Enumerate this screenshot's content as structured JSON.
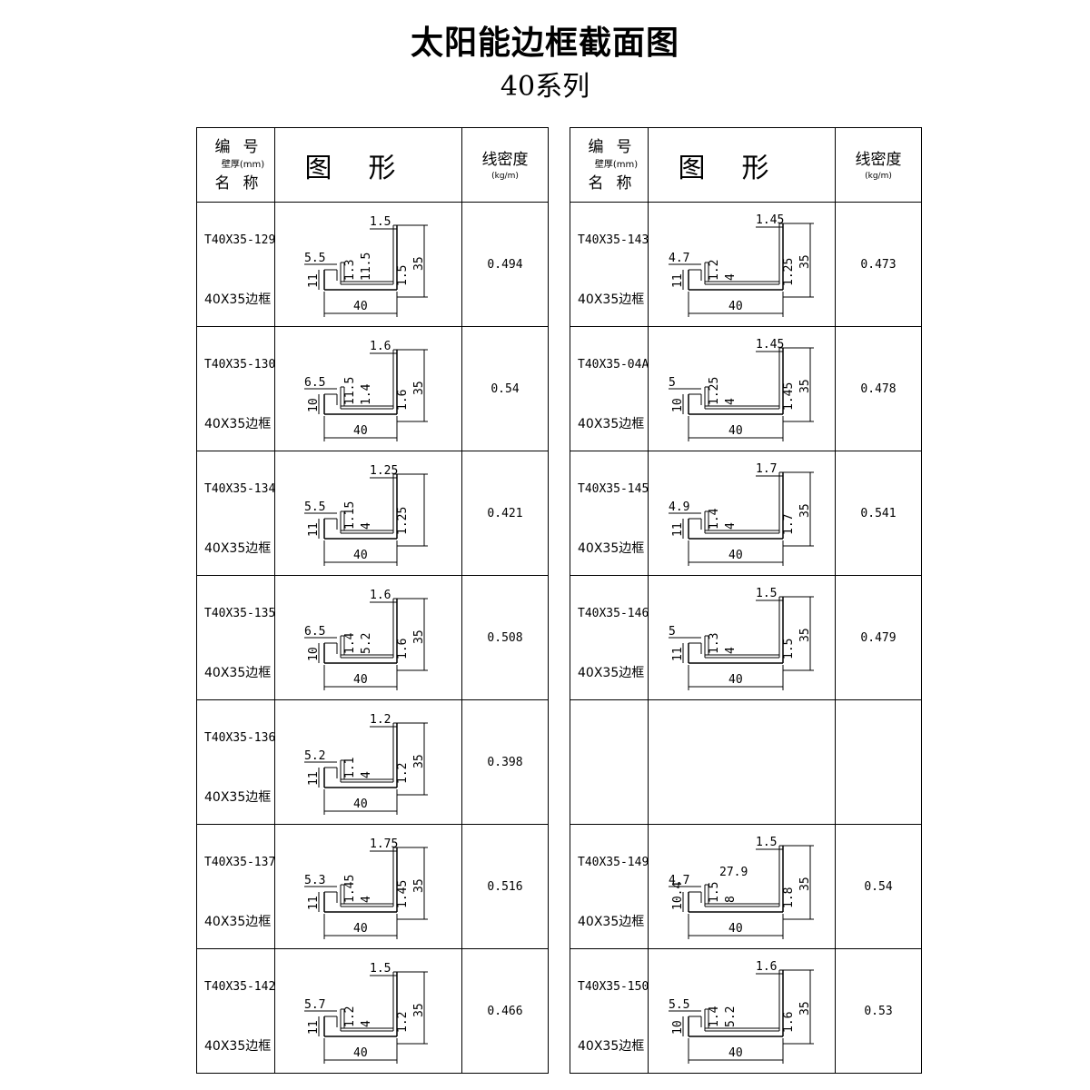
{
  "title": "太阳能边框截面图",
  "subtitle": "40系列",
  "header": {
    "code_label": "编号",
    "thickness_label": "壁厚(mm)",
    "name_label": "名称",
    "figure_label": "图形",
    "density_label": "线密度",
    "density_unit": "(kg/m)"
  },
  "left_rows": [
    {
      "code": "T40X35-129",
      "name": "40X35边框",
      "density": "0.494",
      "dims": {
        "top": "1.5",
        "left": "5.5",
        "side": "11",
        "w": "40",
        "h": "35",
        "v1": "1.3",
        "v2": "11.5",
        "v3": "1.5"
      }
    },
    {
      "code": "T40X35-130",
      "name": "40X35边框",
      "density": "0.54",
      "dims": {
        "top": "1.6",
        "left": "6.5",
        "side": "10",
        "w": "40",
        "h": "35",
        "v1": "11.5",
        "v2": "1.4",
        "v3": "1.6"
      }
    },
    {
      "code": "T40X35-134",
      "name": "40X35边框",
      "density": "0.421",
      "dims": {
        "top": "1.25",
        "left": "5.5",
        "side": "11",
        "w": "40",
        "h": "",
        "v1": "1.15",
        "v2": "4",
        "v3": "1.25"
      }
    },
    {
      "code": "T40X35-135",
      "name": "40X35边框",
      "density": "0.508",
      "dims": {
        "top": "1.6",
        "left": "6.5",
        "side": "10",
        "w": "40",
        "h": "35",
        "v1": "1.4",
        "v2": "5.2",
        "v3": "1.6"
      }
    },
    {
      "code": "T40X35-136",
      "name": "40X35边框",
      "density": "0.398",
      "dims": {
        "top": "1.2",
        "left": "5.2",
        "side": "11",
        "w": "40",
        "h": "35",
        "v1": "1.1",
        "v2": "4",
        "v3": "1.2"
      }
    },
    {
      "code": "T40X35-137",
      "name": "40X35边框",
      "density": "0.516",
      "dims": {
        "top": "1.75",
        "left": "5.3",
        "side": "11",
        "w": "40",
        "h": "35",
        "v1": "1.45",
        "v2": "4",
        "v3": "1.45"
      }
    },
    {
      "code": "T40X35-142",
      "name": "40X35边框",
      "density": "0.466",
      "dims": {
        "top": "1.5",
        "left": "5.7",
        "side": "11",
        "w": "40",
        "h": "35",
        "v1": "1.2",
        "v2": "4",
        "v3": "1.2"
      }
    }
  ],
  "right_rows": [
    {
      "code": "T40X35-143",
      "name": "40X35边框",
      "density": "0.473",
      "dims": {
        "top": "1.45",
        "left": "4.7",
        "side": "11",
        "w": "40",
        "h": "35",
        "v1": "1.2",
        "v2": "4",
        "v3": "1.25"
      }
    },
    {
      "code": "T40X35-04A",
      "name": "40X35边框",
      "density": "0.478",
      "dims": {
        "top": "1.45",
        "left": "5",
        "side": "10",
        "w": "40",
        "h": "35",
        "v1": "1.25",
        "v2": "4",
        "v3": "1.45"
      }
    },
    {
      "code": "T40X35-145",
      "name": "40X35边框",
      "density": "0.541",
      "dims": {
        "top": "1.7",
        "left": "4.9",
        "side": "11",
        "w": "40",
        "h": "35",
        "v1": "1.4",
        "v2": "4",
        "v3": "1.7"
      }
    },
    {
      "code": "T40X35-146",
      "name": "40X35边框",
      "density": "0.479",
      "dims": {
        "top": "1.5",
        "left": "5",
        "side": "11",
        "w": "40",
        "h": "35",
        "v1": "1.3",
        "v2": "4",
        "v3": "1.5"
      }
    },
    {
      "code": "",
      "name": "",
      "density": "",
      "dims": {
        "top": "",
        "left": "",
        "side": "",
        "w": "",
        "h": "",
        "v1": "",
        "v2": "",
        "v3": ""
      }
    },
    {
      "code": "T40X35-149",
      "name": "40X35边框",
      "density": "0.54",
      "dims": {
        "top": "1.5",
        "left": "4.7",
        "side": "10.4",
        "w": "40",
        "h": "35",
        "v1": "1.5",
        "v2": "8",
        "v3": "1.8",
        "inner": "27.9"
      }
    },
    {
      "code": "T40X35-150",
      "name": "40X35边框",
      "density": "0.53",
      "dims": {
        "top": "1.6",
        "left": "5.5",
        "side": "10",
        "w": "40",
        "h": "35",
        "v1": "1.4",
        "v2": "5.2",
        "v3": "1.6"
      }
    }
  ]
}
